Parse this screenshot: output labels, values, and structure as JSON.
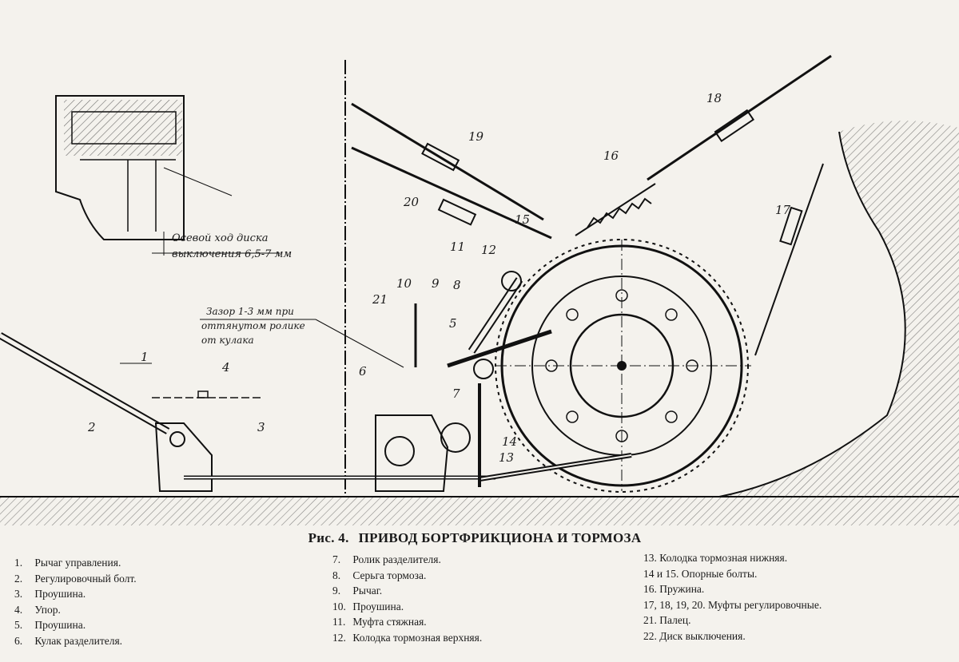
{
  "figure": {
    "number": "Рис. 4.",
    "title": "ПРИВОД БОРТФРИКЦИОНА И ТОРМОЗА"
  },
  "annotations": {
    "axial_travel": [
      "Осевой ход диска",
      "выключения 6,5-7 мм"
    ],
    "gap": [
      "Зазор 1-3 мм при",
      "оттянутом ролике",
      "от кулака"
    ]
  },
  "callouts": [
    "1",
    "2",
    "3",
    "4",
    "5",
    "6",
    "7",
    "8",
    "9",
    "10",
    "11",
    "12",
    "13",
    "14",
    "15",
    "16",
    "17",
    "18",
    "19",
    "20",
    "21"
  ],
  "legend": {
    "col1": [
      {
        "n": "1.",
        "text": "Рычаг управления."
      },
      {
        "n": "2.",
        "text": "Регулировочный болт."
      },
      {
        "n": "3.",
        "text": "Проушина."
      },
      {
        "n": "4.",
        "text": "Упор."
      },
      {
        "n": "5.",
        "text": "Проушина."
      },
      {
        "n": "6.",
        "text": "Кулак разделителя."
      }
    ],
    "col2": [
      {
        "n": "7.",
        "text": "Ролик разделителя."
      },
      {
        "n": "8.",
        "text": "Серьга тормоза."
      },
      {
        "n": "9.",
        "text": "Рычаг."
      },
      {
        "n": "10.",
        "text": "Проушина."
      },
      {
        "n": "11.",
        "text": "Муфта стяжная."
      },
      {
        "n": "12.",
        "text": "Колодка тормозная верхняя."
      }
    ],
    "col3": [
      {
        "n": "13.",
        "text": "Колодка тормозная нижняя."
      },
      {
        "n": "14 и 15.",
        "text": "Опорные болты."
      },
      {
        "n": "16.",
        "text": "Пружина."
      },
      {
        "n": "17, 18, 19, 20.",
        "text": "Муфты регулировочные."
      },
      {
        "n": "21.",
        "text": "Палец."
      },
      {
        "n": "22.",
        "text": "Диск выключения."
      }
    ]
  }
}
